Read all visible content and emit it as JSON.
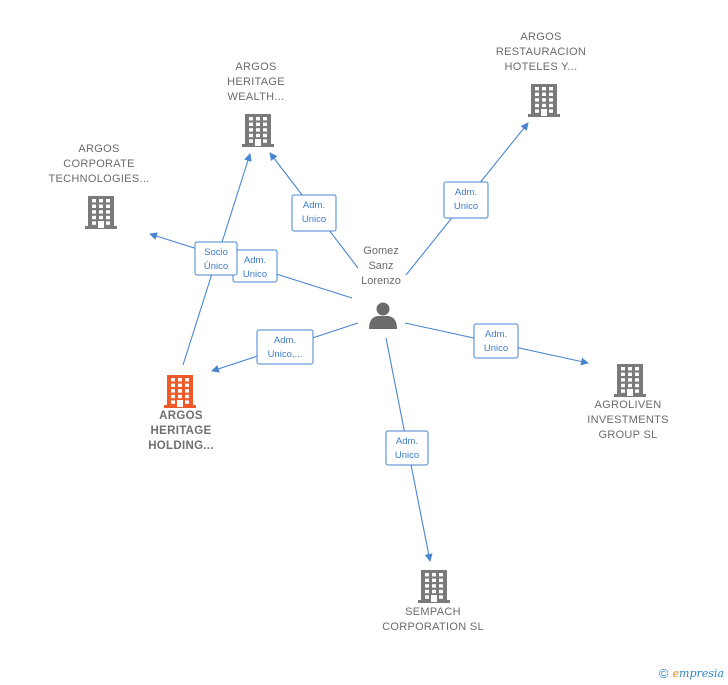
{
  "person": {
    "lines": [
      "Gomez",
      "Sanz",
      "Lorenzo"
    ]
  },
  "companies": [
    {
      "id": "heritage_wealth",
      "lines": [
        "ARGOS",
        "HERITAGE",
        "WEALTH..."
      ],
      "color": "#7a7a7a",
      "main": false
    },
    {
      "id": "restauracion",
      "lines": [
        "ARGOS",
        "RESTAURACION",
        "HOTELES Y..."
      ],
      "color": "#7a7a7a",
      "main": false
    },
    {
      "id": "corporate_tech",
      "lines": [
        "ARGOS",
        "CORPORATE",
        "TECHNOLOGIES..."
      ],
      "color": "#7a7a7a",
      "main": false
    },
    {
      "id": "heritage_holding",
      "lines": [
        "ARGOS",
        "HERITAGE",
        "HOLDING..."
      ],
      "color": "#f05a28",
      "main": true
    },
    {
      "id": "agroliven",
      "lines": [
        "AGROLIVEN",
        "INVESTMENTS",
        "GROUP  SL"
      ],
      "color": "#7a7a7a",
      "main": false
    },
    {
      "id": "sempach",
      "lines": [
        "SEMPACH",
        "CORPORATION SL"
      ],
      "color": "#7a7a7a",
      "main": false
    }
  ],
  "edges": [
    {
      "from": "person",
      "to": "heritage_wealth",
      "lines": [
        "Adm.",
        "Unico"
      ]
    },
    {
      "from": "person",
      "to": "restauracion",
      "lines": [
        "Adm.",
        "Unico"
      ]
    },
    {
      "from": "person",
      "to": "corporate_tech",
      "lines": [
        "Adm.",
        "Unico"
      ]
    },
    {
      "from": "heritage_holding",
      "to": "heritage_wealth",
      "lines": [
        "Socio",
        "Único"
      ]
    },
    {
      "from": "person",
      "to": "heritage_holding",
      "lines": [
        "Adm.",
        "Unico,..."
      ]
    },
    {
      "from": "person",
      "to": "agroliven",
      "lines": [
        "Adm.",
        "Unico"
      ]
    },
    {
      "from": "person",
      "to": "sempach",
      "lines": [
        "Adm.",
        "Unico"
      ]
    }
  ],
  "colors": {
    "edge": "#4a86d0",
    "building": "#7a7a7a",
    "highlight": "#f05a28"
  },
  "footer": {
    "copyright": "©",
    "brand_initial": "e",
    "brand_rest": "mpresia"
  }
}
